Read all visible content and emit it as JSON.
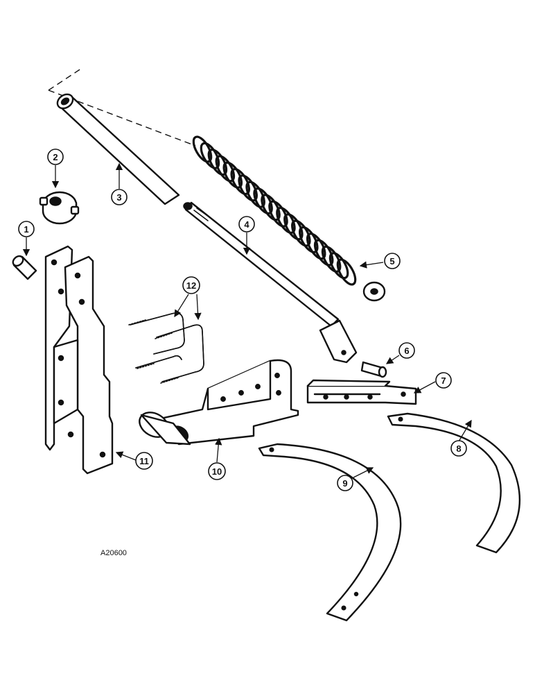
{
  "diagram": {
    "figure_id": "A20600",
    "callouts": [
      {
        "id": "1",
        "label": "1"
      },
      {
        "id": "2",
        "label": "2"
      },
      {
        "id": "3",
        "label": "3"
      },
      {
        "id": "4",
        "label": "4"
      },
      {
        "id": "5",
        "label": "5"
      },
      {
        "id": "6",
        "label": "6"
      },
      {
        "id": "7",
        "label": "7"
      },
      {
        "id": "8",
        "label": "8"
      },
      {
        "id": "9",
        "label": "9"
      },
      {
        "id": "10",
        "label": "10"
      },
      {
        "id": "11",
        "label": "11"
      },
      {
        "id": "12",
        "label": "12"
      }
    ]
  }
}
